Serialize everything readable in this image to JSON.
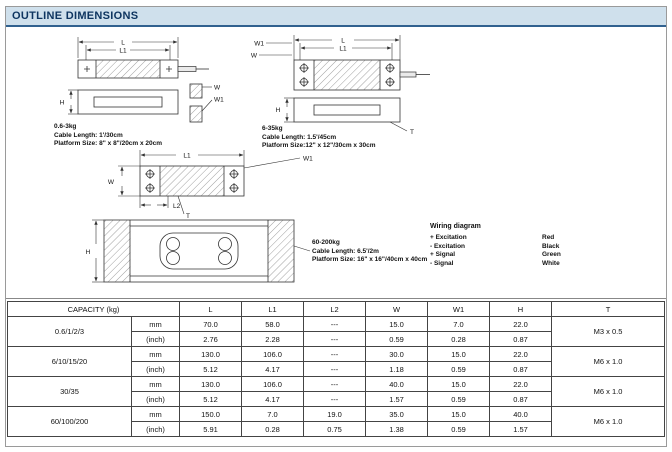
{
  "page": {
    "title": "OUTLINE DIMENSIONS"
  },
  "dims": {
    "L": "L",
    "L1": "L1",
    "L2": "L2",
    "W": "W",
    "W1": "W1",
    "H": "H",
    "T": "T"
  },
  "notes": [
    {
      "range": "0.6-3kg",
      "cable": "Cable Length: 1'/30cm",
      "platform": "Platform Size: 8\" x 8\"/20cm x 20cm"
    },
    {
      "range": "6-35kg",
      "cable": "Cable Length: 1.5'/45cm",
      "platform": "Platform Size:12\" x 12\"/30cm x 30cm"
    },
    {
      "range": "60-200kg",
      "cable": "Cable Length: 6.5'/2m",
      "platform": "Platform Size: 16\" x 16\"/40cm x 40cm"
    }
  ],
  "wiring": {
    "title": "Wiring diagram",
    "entries": [
      {
        "signal": "+ Excitation",
        "color": "Red"
      },
      {
        "signal": "- Excitation",
        "color": "Black"
      },
      {
        "signal": "+ Signal",
        "color": "Green"
      },
      {
        "signal": "- Signal",
        "color": "White"
      }
    ]
  },
  "table": {
    "capacity_header": "CAPACITY (kg)",
    "col_headers": [
      "L",
      "L1",
      "L2",
      "W",
      "W1",
      "H",
      "T"
    ],
    "unit_mm": "mm",
    "unit_inch": "(inch)",
    "rows": [
      {
        "capacity": "0.6/1/2/3",
        "thread": "M3 x 0.5",
        "mm": [
          "70.0",
          "58.0",
          "---",
          "15.0",
          "7.0",
          "22.0"
        ],
        "inch": [
          "2.76",
          "2.28",
          "---",
          "0.59",
          "0.28",
          "0.87"
        ]
      },
      {
        "capacity": "6/10/15/20",
        "thread": "M6 x 1.0",
        "mm": [
          "130.0",
          "106.0",
          "---",
          "30.0",
          "15.0",
          "22.0"
        ],
        "inch": [
          "5.12",
          "4.17",
          "---",
          "1.18",
          "0.59",
          "0.87"
        ]
      },
      {
        "capacity": "30/35",
        "thread": "M6 x 1.0",
        "mm": [
          "130.0",
          "106.0",
          "---",
          "40.0",
          "15.0",
          "22.0"
        ],
        "inch": [
          "5.12",
          "4.17",
          "---",
          "1.57",
          "0.59",
          "0.87"
        ]
      },
      {
        "capacity": "60/100/200",
        "thread": "M6 x 1.0",
        "mm": [
          "150.0",
          "7.0",
          "19.0",
          "35.0",
          "15.0",
          "40.0"
        ],
        "inch": [
          "5.91",
          "0.28",
          "0.75",
          "1.38",
          "0.59",
          "1.57"
        ]
      }
    ]
  },
  "colors": {
    "header_bg": "#cfe0ec",
    "header_text": "#0e3560",
    "header_border": "#31618f",
    "line": "#333333"
  }
}
